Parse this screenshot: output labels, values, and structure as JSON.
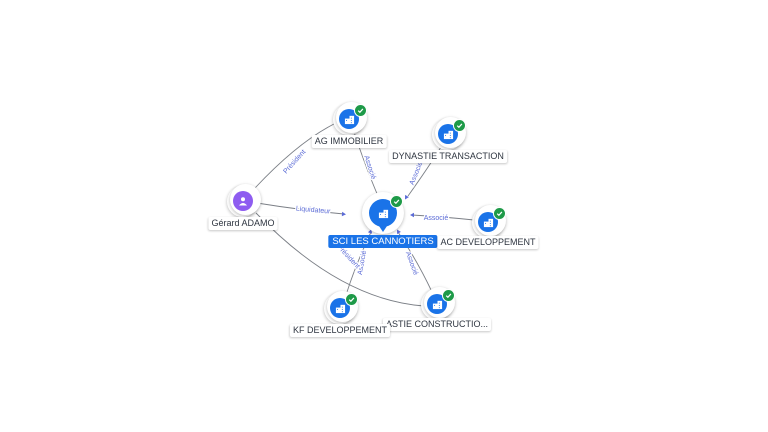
{
  "graph": {
    "nodes": [
      {
        "id": "sci",
        "label": "SCI LES CANNOTIERS",
        "kind": "company",
        "main": true,
        "icon": "building-icon",
        "verified": true
      },
      {
        "id": "ag",
        "label": "AG IMMOBILIER",
        "kind": "company",
        "icon": "building-icon",
        "verified": true
      },
      {
        "id": "dyn_t",
        "label": "DYNASTIE TRANSACTION",
        "kind": "company",
        "icon": "building-icon",
        "verified": true
      },
      {
        "id": "ac",
        "label": "AC DEVELOPPEMENT",
        "kind": "company",
        "icon": "building-icon",
        "verified": true
      },
      {
        "id": "dyn_c",
        "label": "ASTIE CONSTRUCTIO...",
        "kind": "company",
        "icon": "building-icon",
        "verified": true
      },
      {
        "id": "kf",
        "label": "KF DEVELOPPEMENT",
        "kind": "company",
        "icon": "building-icon",
        "verified": true
      },
      {
        "id": "gerard",
        "label": "Gérard ADAMO",
        "kind": "person",
        "icon": "person-icon",
        "verified": false
      }
    ],
    "edges": [
      {
        "from": "ag",
        "to": "sci",
        "label": "Associé"
      },
      {
        "from": "dyn_t",
        "to": "sci",
        "label": "Associé"
      },
      {
        "from": "ac",
        "to": "sci",
        "label": "Associé"
      },
      {
        "from": "dyn_c",
        "to": "sci",
        "label": "Associé"
      },
      {
        "from": "kf",
        "to": "sci",
        "label": "Associé"
      },
      {
        "from": "gerard",
        "to": "sci",
        "label": "Liquidateur"
      },
      {
        "from": "gerard",
        "to": "ag",
        "label": "Président"
      },
      {
        "from": "gerard",
        "to": "dyn_c",
        "label": "Président"
      }
    ]
  },
  "colors": {
    "company": "#1a73e8",
    "person": "#8e5cf0",
    "verified": "#1e9a48",
    "edge_label": "#5b6bd6",
    "edge_line": "#7b7f86"
  }
}
